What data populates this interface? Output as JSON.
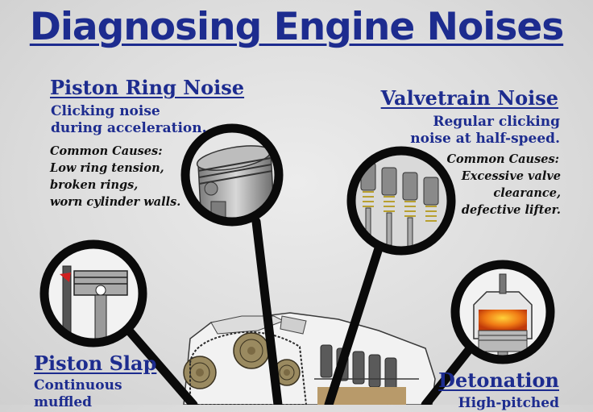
{
  "title": "Diagnosing Engine Noises",
  "sections": {
    "piston_ring": {
      "heading": "Piston Ring Noise",
      "description": "Clicking noise\nduring acceleration.",
      "causes_label": "Common Causes:",
      "causes": "Low ring tension,\nbroken rings,\nworn cylinder walls."
    },
    "valvetrain": {
      "heading": "Valvetrain Noise",
      "description": "Regular clicking\nnoise at half-speed.",
      "causes_label": "Common Causes:",
      "causes": "Excessive valve\nclearance,\ndefective lifter."
    },
    "piston_slap": {
      "heading": "Piston Slap",
      "description": "Continuous\nmuffled"
    },
    "detonation": {
      "heading": "Detonation",
      "description": "High-pitched"
    }
  },
  "colors": {
    "heading": "#1d2c8f",
    "text": "#111111",
    "ring": "#0a0a0a",
    "callout_red": "#d02020",
    "flame_orange": "#f07a14"
  },
  "icons": [
    "piston-icon",
    "valve-spring-icon",
    "connecting-rod-icon",
    "combustion-chamber-icon",
    "engine-block-icon"
  ]
}
